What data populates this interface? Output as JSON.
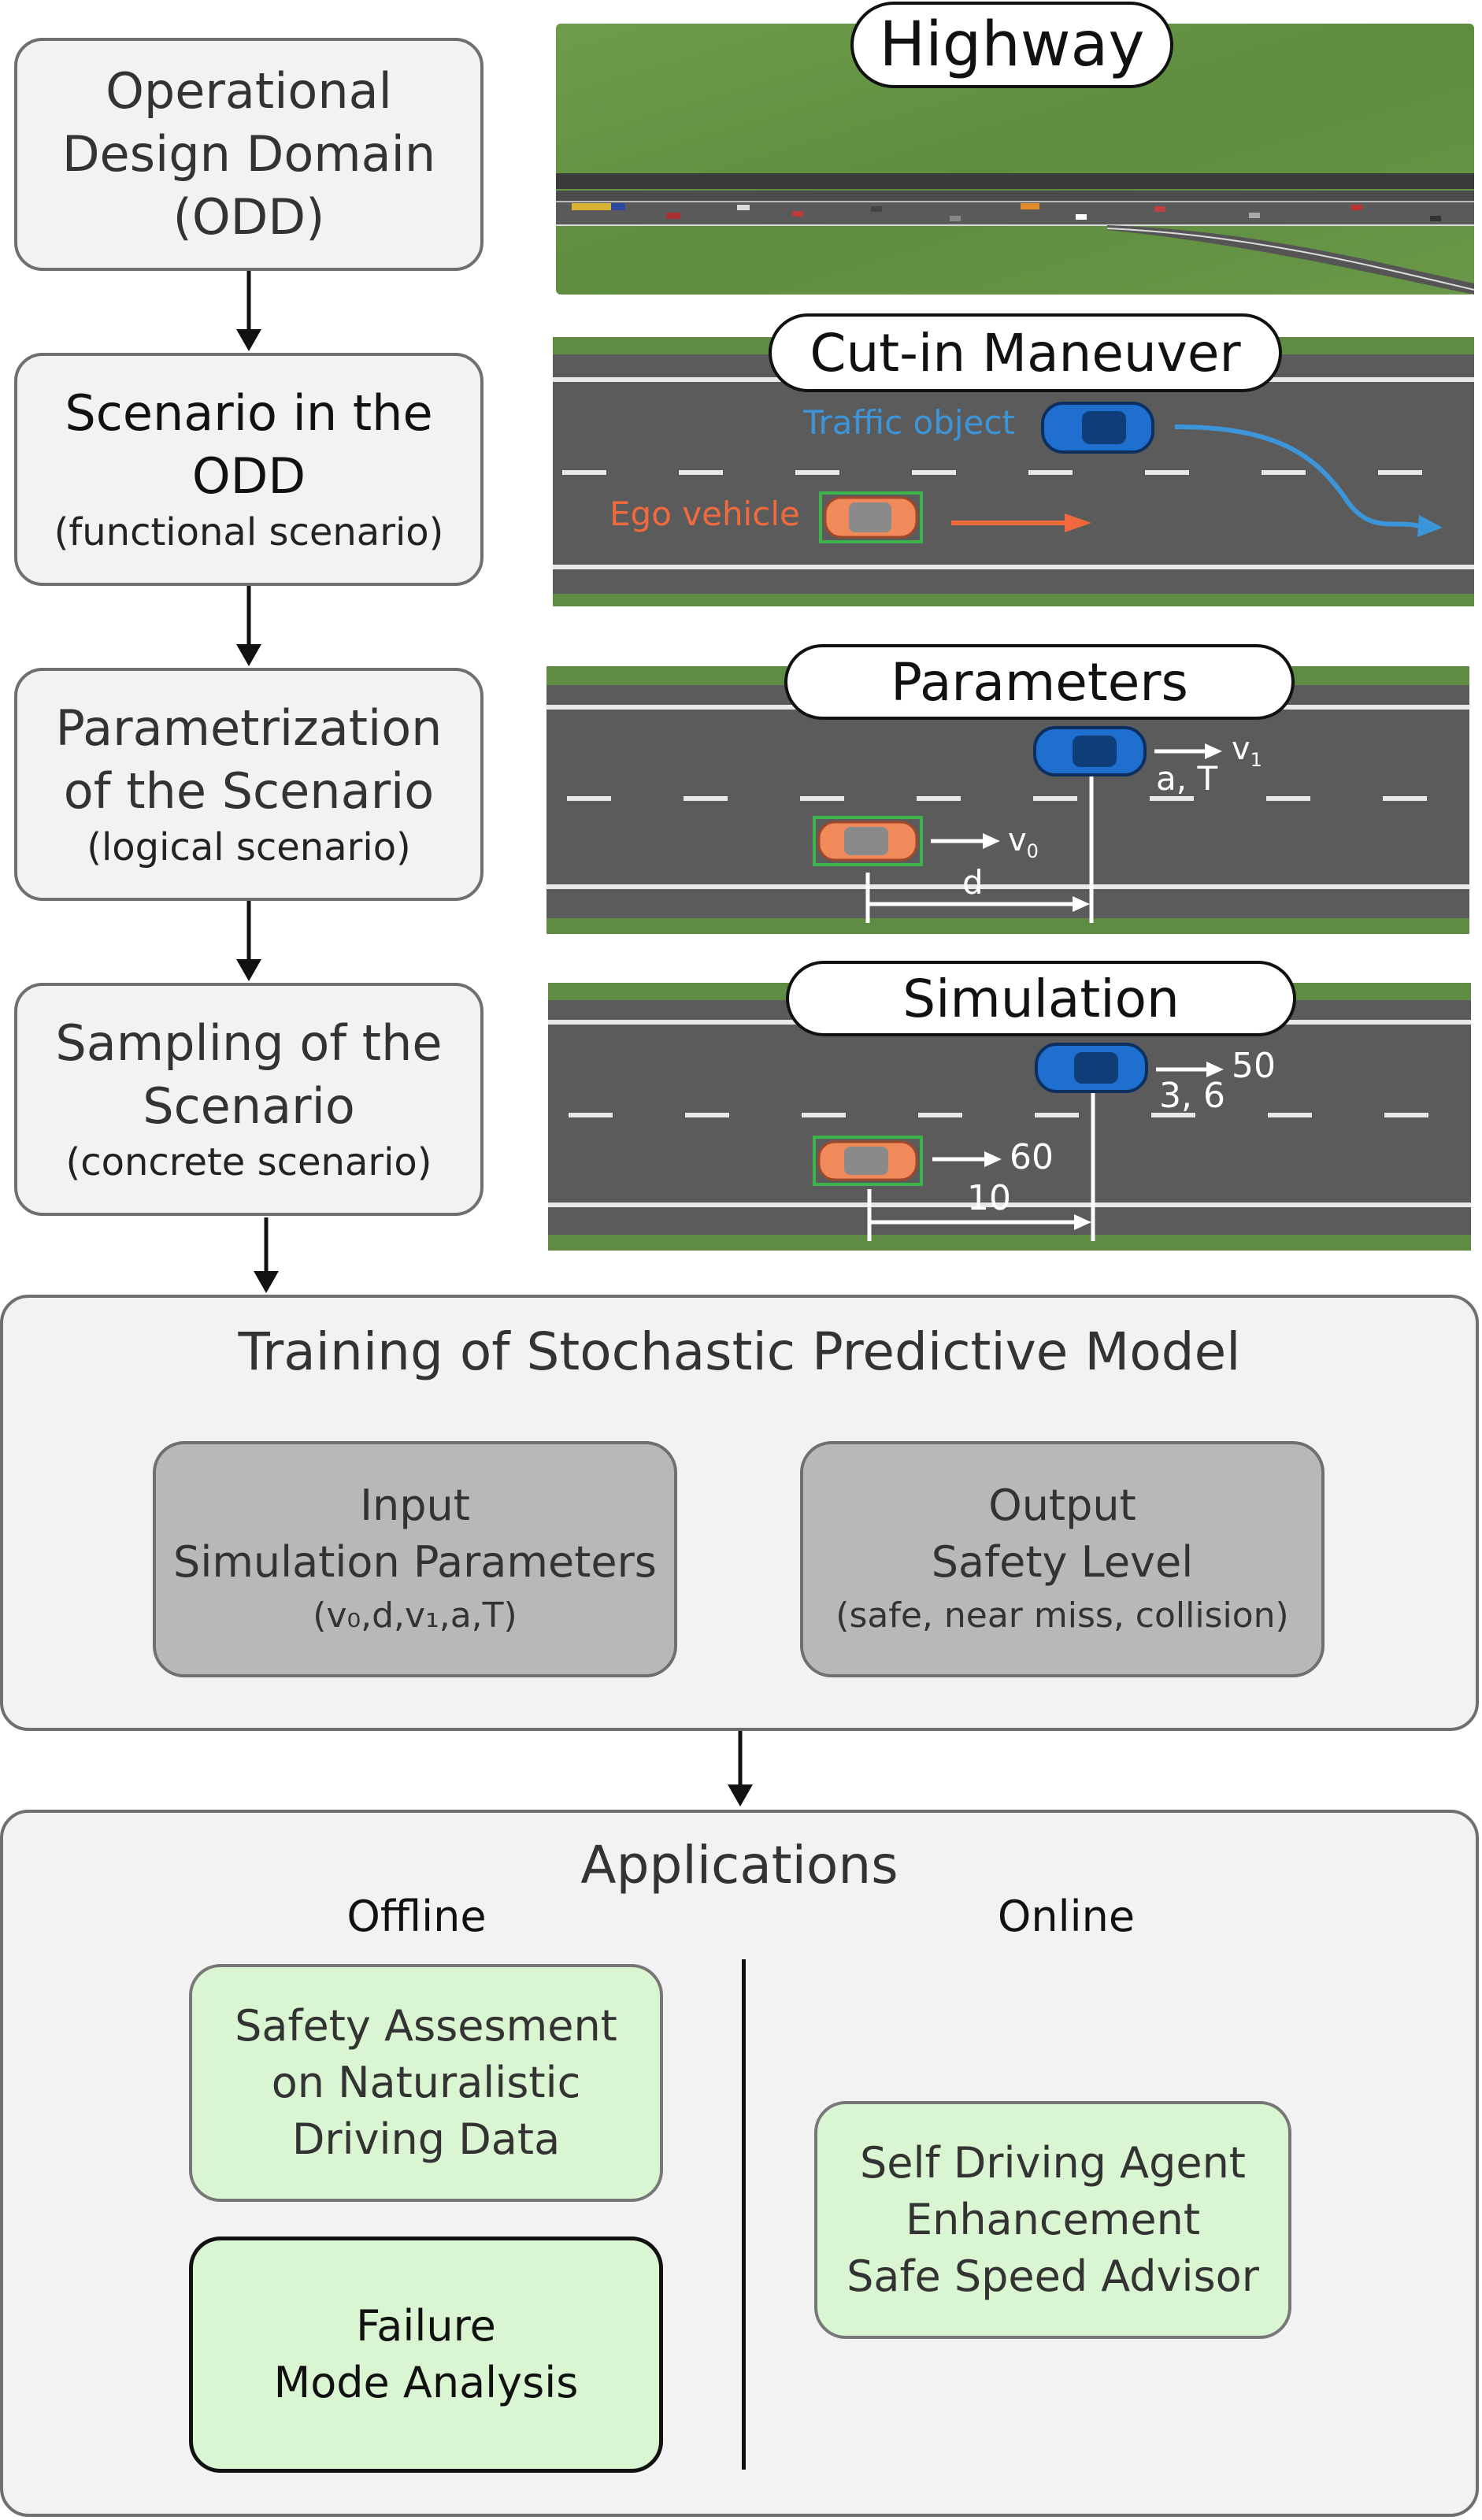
{
  "steps": [
    {
      "main": "Operational Design Domain",
      "main2": "(ODD)",
      "sub": ""
    },
    {
      "main": "Scenario in the",
      "main2": "ODD",
      "sub": "(functional scenario)"
    },
    {
      "main": "Parametrization",
      "main2": "of the Scenario",
      "sub": "(logical scenario)"
    },
    {
      "main": "Sampling of the",
      "main2": "Scenario",
      "sub": "(concrete scenario)"
    }
  ],
  "panels": {
    "highway": {
      "title": "Highway"
    },
    "cutin": {
      "title": "Cut-in Maneuver",
      "traffic_label": "Traffic object",
      "ego_label": "Ego vehicle"
    },
    "parameters": {
      "title": "Parameters",
      "v1": "v",
      "v1_sub": "1",
      "aT": "a, T",
      "v0": "v",
      "v0_sub": "0",
      "d": "d"
    },
    "simulation": {
      "title": "Simulation",
      "v1": "50",
      "aT": "3, 6",
      "v0": "60",
      "d": "10"
    }
  },
  "training": {
    "title": "Training of Stochastic Predictive Model",
    "input": {
      "line1": "Input",
      "line2": "Simulation Parameters",
      "params": "(v₀,d,v₁,a,T)"
    },
    "output": {
      "line1": "Output",
      "line2": "Safety Level",
      "levels": "(safe, near miss, collision)"
    }
  },
  "applications": {
    "title": "Applications",
    "offline": "Offline",
    "online": "Online",
    "safety_assessment": [
      "Safety Assesment",
      "on Naturalistic",
      "Driving Data"
    ],
    "failure_mode": [
      "Failure",
      "Mode Analysis"
    ],
    "self_driving": [
      "Self Driving Agent",
      "Enhancement",
      "Safe Speed Advisor"
    ]
  },
  "colors": {
    "traffic_blue": "#3b95d8",
    "ego_orange": "#f06a3e",
    "green_box": "#d9f5d1",
    "grey_box": "#b8b8b8"
  }
}
